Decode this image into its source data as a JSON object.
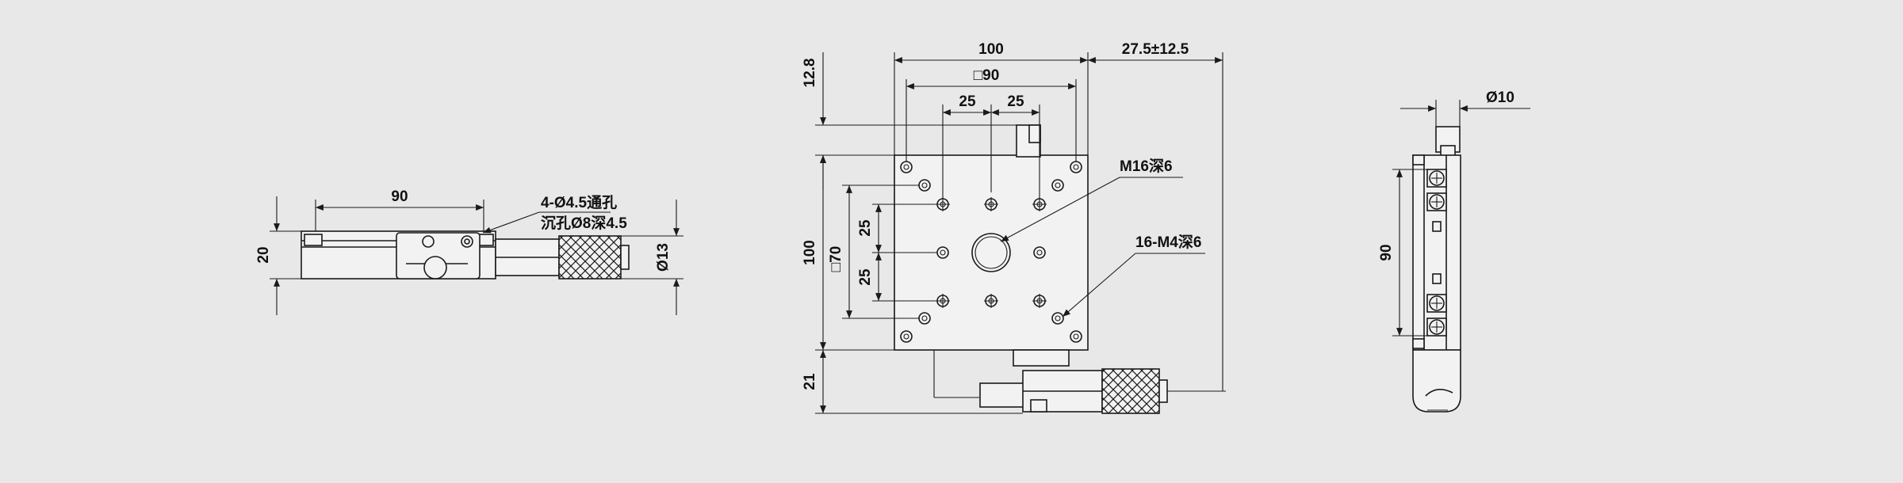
{
  "colors": {
    "background": "#e8e8e8",
    "line": "#1a1a1a",
    "part_fill": "#f2f2f2"
  },
  "side_view": {
    "dim_width": "90",
    "dim_height": "20",
    "dim_diameter": "Ø13",
    "note_line1": "4-Ø4.5通孔",
    "note_line2": "沉孔Ø8深4.5"
  },
  "top_view": {
    "dim_top_width": "100",
    "dim_square90": "□90",
    "dim_pitch_a": "25",
    "dim_pitch_b": "25",
    "dim_travel": "27.5±12.5",
    "dim_offset": "12.8",
    "dim_height": "100",
    "dim_square70": "□70",
    "dim_v_pitch_a": "25",
    "dim_v_pitch_b": "25",
    "dim_bottom": "21",
    "note_center_thread": "M16深6",
    "note_holes": "16-M4深6"
  },
  "end_view": {
    "dim_diameter": "Ø10",
    "dim_height": "90"
  }
}
